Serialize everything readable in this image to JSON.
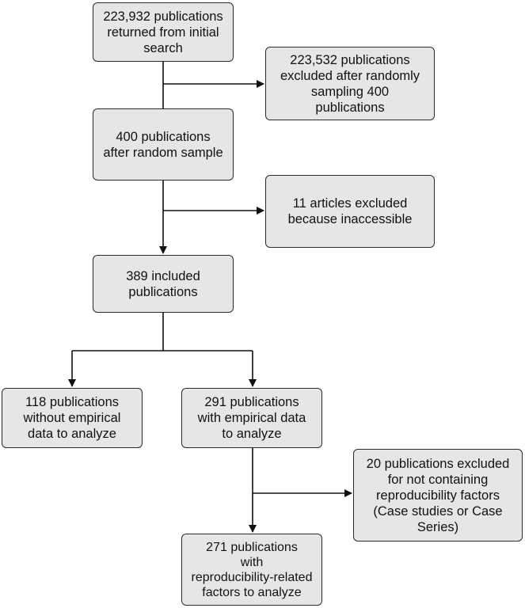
{
  "boxes": {
    "initial_search": "223,932 publications\nreturned from initial\nsearch",
    "excluded_sampling": "223,532 publications\nexcluded after randomly\nsampling 400\npublications",
    "random_sample": "400 publications\nafter random sample",
    "excluded_inaccessible": "11 articles excluded\nbecause inaccessible",
    "included": "389 included\npublications",
    "without_empirical": "118 publications\nwithout empirical\ndata to analyze",
    "with_empirical": "291 publications\nwith empirical data\nto analyze",
    "excluded_factors": "20 publications excluded\nfor not containing\nreproducibility factors\n(Case studies or Case\nSeries)",
    "final": "271 publications\nwith\nreproducibility-related\nfactors to analyze"
  },
  "colors": {
    "box_fill": "#e6e6e6",
    "line": "#111111"
  }
}
